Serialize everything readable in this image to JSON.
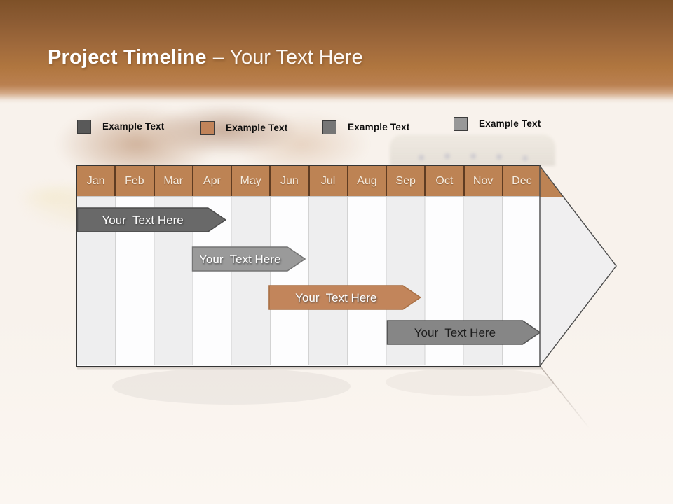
{
  "slide": {
    "title_bold": "Project Timeline",
    "title_light": "– Your Text Here"
  },
  "legend": {
    "items": [
      {
        "label": "Example Text",
        "color": "#595959"
      },
      {
        "label": "Example Text",
        "color": "#c1845a"
      },
      {
        "label": "Example Text",
        "color": "#767676"
      },
      {
        "label": "Example Text",
        "color": "#989898"
      }
    ]
  },
  "timeline": {
    "months": [
      "Jan",
      "Feb",
      "Mar",
      "Apr",
      "May",
      "Jun",
      "Jul",
      "Aug",
      "Sep",
      "Oct",
      "Nov",
      "Dec"
    ],
    "header_color": "#bd8354",
    "header_separator_color": "#5f3c22",
    "arrow_body_color": "#f0eff0",
    "arrow_outline_color": "#4c4c4c",
    "bars": [
      {
        "label": "Your  Text Here",
        "start_month": 0,
        "end_month": 3.85,
        "row": 0,
        "fill": "#696969",
        "stroke": "#4c4c4c",
        "text_color": "#ffffff"
      },
      {
        "label": "Your  Text Here",
        "start_month": 2.97,
        "end_month": 5.9,
        "row": 1,
        "fill": "#9a9a9a",
        "stroke": "#757575",
        "text_color": "#ffffff"
      },
      {
        "label": "Your  Text Here",
        "start_month": 4.95,
        "end_month": 8.88,
        "row": 2,
        "fill": "#c2855b",
        "stroke": "#a86f44",
        "text_color": "#ffffff"
      },
      {
        "label": "Your  Text Here",
        "start_month": 8.0,
        "end_month": 11.97,
        "row": 3,
        "fill": "#868686",
        "stroke": "#565656",
        "text_color": "#1c1c1c"
      }
    ]
  }
}
